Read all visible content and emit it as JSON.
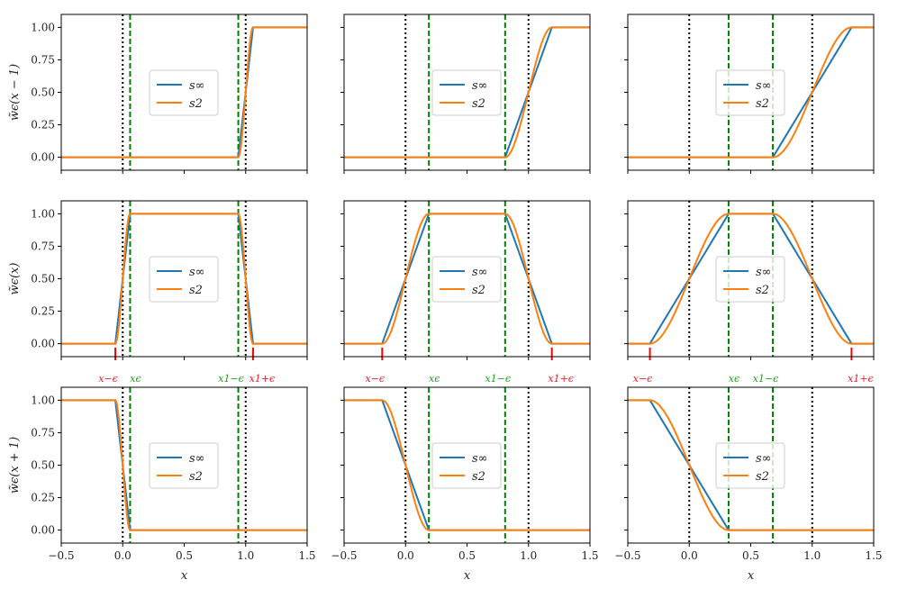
{
  "chart_data": {
    "type": "line",
    "layout": "3x3 grid of subplots",
    "x_axis": {
      "label": "x",
      "xlim": [
        -0.5,
        1.5
      ],
      "ticks": [
        "−0.5",
        "0.0",
        "0.5",
        "1.0",
        "1.5"
      ]
    },
    "y_axis": {
      "ylim": [
        -0.1,
        1.1
      ],
      "ticks": [
        "0.00",
        "0.25",
        "0.50",
        "0.75",
        "1.00"
      ]
    },
    "row_ylabels": [
      "w̃ϵ(x − 1)",
      "w̃ϵ(x)",
      "w̃ϵ(x + 1)"
    ],
    "legend": {
      "placement": "center",
      "entries": [
        "s∞",
        "s2"
      ]
    },
    "series_colors": {
      "s_inf": "#1f77b4",
      "s_2": "#ff7f0e"
    },
    "line_colors": {
      "boundary_dotted": "#000000",
      "eps_dashed": "#008000",
      "outer_marker": "#ff0000"
    },
    "columns": [
      {
        "epsilon": 0.06,
        "x_eps": 0.06,
        "x_1_minus_eps": 0.94,
        "x_minus_eps": -0.06,
        "x_1_plus_eps": 1.06
      },
      {
        "epsilon": 0.19,
        "x_eps": 0.19,
        "x_1_minus_eps": 0.81,
        "x_minus_eps": -0.19,
        "x_1_plus_eps": 1.19
      },
      {
        "epsilon": 0.32,
        "x_eps": 0.32,
        "x_1_minus_eps": 0.68,
        "x_minus_eps": -0.32,
        "x_1_plus_eps": 1.32
      }
    ],
    "marker_labels": {
      "x_minus_eps": "x−ϵ",
      "x_eps": "xϵ",
      "x_1_minus_eps": "x1−ϵ",
      "x_1_plus_eps": "x1+ϵ"
    },
    "boundary_lines": [
      0,
      1
    ]
  }
}
